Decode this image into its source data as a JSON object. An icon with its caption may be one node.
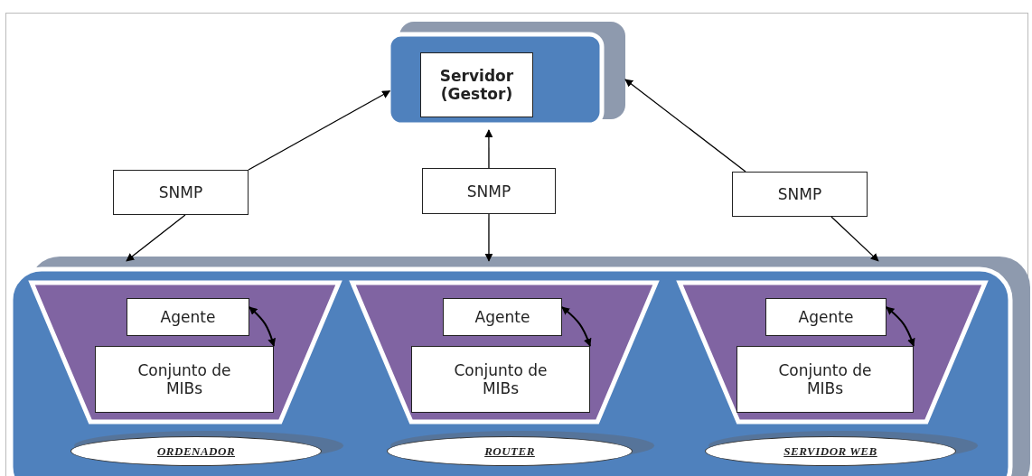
{
  "diagram": {
    "nodes": [
      {
        "text": [],
        "shape": "box"
      },
      {
        "text": [
          "Servidor (Gestor)"
        ],
        "in": 0
      },
      {
        "text": [
          "SNMP"
        ]
      },
      {
        "text": [
          "SNMP"
        ]
      },
      {
        "text": [
          "SNMP"
        ]
      },
      {
        "text": [],
        "shape": "box"
      },
      {
        "text": [],
        "shape": "trapezoid",
        "in": 5
      },
      {
        "text": [
          "Agente"
        ],
        "in": 6
      },
      {
        "text": [
          "Conjunto de MIBs"
        ],
        "in": 6
      },
      {
        "text": [],
        "shape": "trapezoid",
        "in": 5
      },
      {
        "text": [
          "Agente"
        ],
        "in": 9
      },
      {
        "text": [
          "Conjunto de MIBs"
        ],
        "in": 9
      },
      {
        "text": [],
        "shape": "trapezoid",
        "in": 5
      },
      {
        "text": [
          "Agente"
        ],
        "in": 12
      },
      {
        "text": [
          "Conjunto de MIBs"
        ],
        "in": 12
      },
      {
        "text": [
          "ORDENADOR"
        ],
        "in": 5
      },
      {
        "text": [
          "ROUTER"
        ],
        "in": 5
      },
      {
        "text": [
          "SERVIDOR WEB"
        ],
        "in": 5
      }
    ],
    "edges": [
      {
        "from": 2,
        "to": 0,
        "arrow": "to"
      },
      {
        "from": 2,
        "to": 5,
        "arrow": "to"
      },
      {
        "from": 3,
        "to": 0,
        "arrow": "to"
      },
      {
        "from": 3,
        "to": 5,
        "arrow": "to"
      },
      {
        "from": 4,
        "to": 0,
        "arrow": "to"
      },
      {
        "from": 4,
        "to": 5,
        "arrow": "to"
      },
      {
        "from": 7,
        "to": 8,
        "arrow": "both"
      },
      {
        "from": 10,
        "to": 11,
        "arrow": "both"
      },
      {
        "from": 13,
        "to": 14,
        "arrow": "both"
      }
    ]
  }
}
